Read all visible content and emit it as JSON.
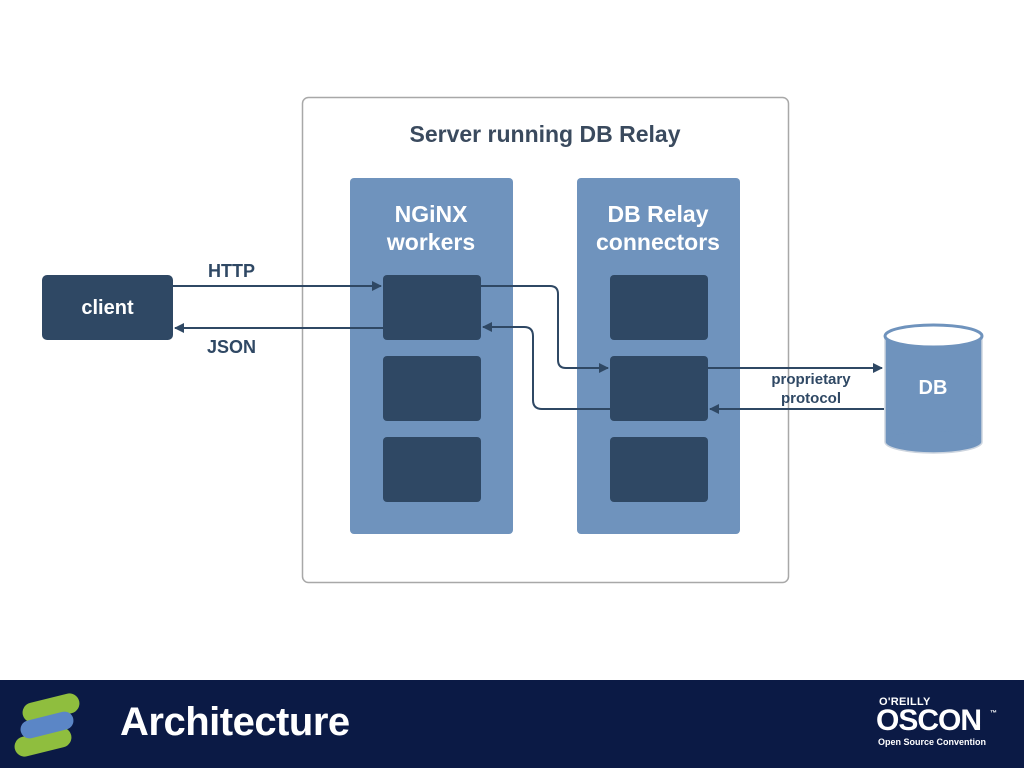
{
  "slide": {
    "title": "Architecture"
  },
  "diagram": {
    "server_label": "Server running DB Relay",
    "client_label": "client",
    "nginx_label_line1": "NGiNX",
    "nginx_label_line2": "workers",
    "relay_label_line1": "DB Relay",
    "relay_label_line2": "connectors",
    "db_label": "DB",
    "http_label": "HTTP",
    "json_label": "JSON",
    "protocol_label_line1": "proprietary",
    "protocol_label_line2": "protocol"
  },
  "branding": {
    "publisher": "O'REILLY",
    "conference": "OSCON",
    "trademark": "™",
    "conference_full": "Open Source Convention"
  },
  "colors": {
    "column_fill": "#6f93bd",
    "worker_box": "#2f4864",
    "client_box": "#2f4864",
    "arrow": "#2f4864",
    "bottom_bar": "#0b1a45"
  }
}
